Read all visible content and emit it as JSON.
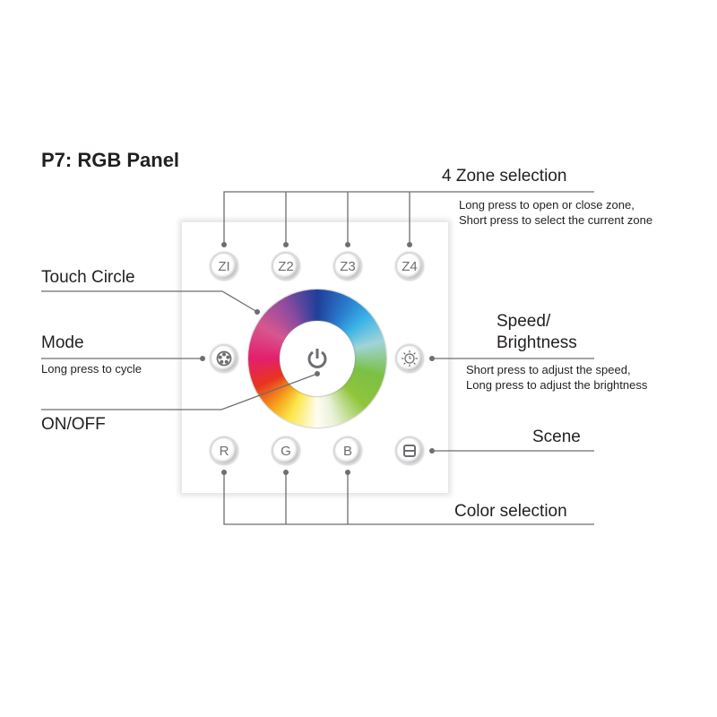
{
  "title": "P7: RGB Panel",
  "callouts": {
    "zone": {
      "label": "4 Zone selection",
      "desc1": "Long press to open or close zone,",
      "desc2": "Short press to select the current zone"
    },
    "touch_circle": {
      "label": "Touch Circle"
    },
    "mode": {
      "label": "Mode",
      "desc": "Long press to cycle"
    },
    "onoff": {
      "label": "ON/OFF"
    },
    "speed": {
      "label1": "Speed/",
      "label2": "Brightness",
      "desc1": "Short press to adjust the speed,",
      "desc2": "Long press to adjust the brightness"
    },
    "scene": {
      "label": "Scene"
    },
    "color": {
      "label": "Color selection"
    }
  },
  "buttons": {
    "z1": "ZI",
    "z2": "Z2",
    "z3": "Z3",
    "z4": "Z4",
    "r": "R",
    "g": "G",
    "b": "B"
  },
  "icons": {
    "mode": "film-reel-icon",
    "speed": "sun-clock-icon",
    "scene": "save-icon",
    "power": "power-icon"
  }
}
